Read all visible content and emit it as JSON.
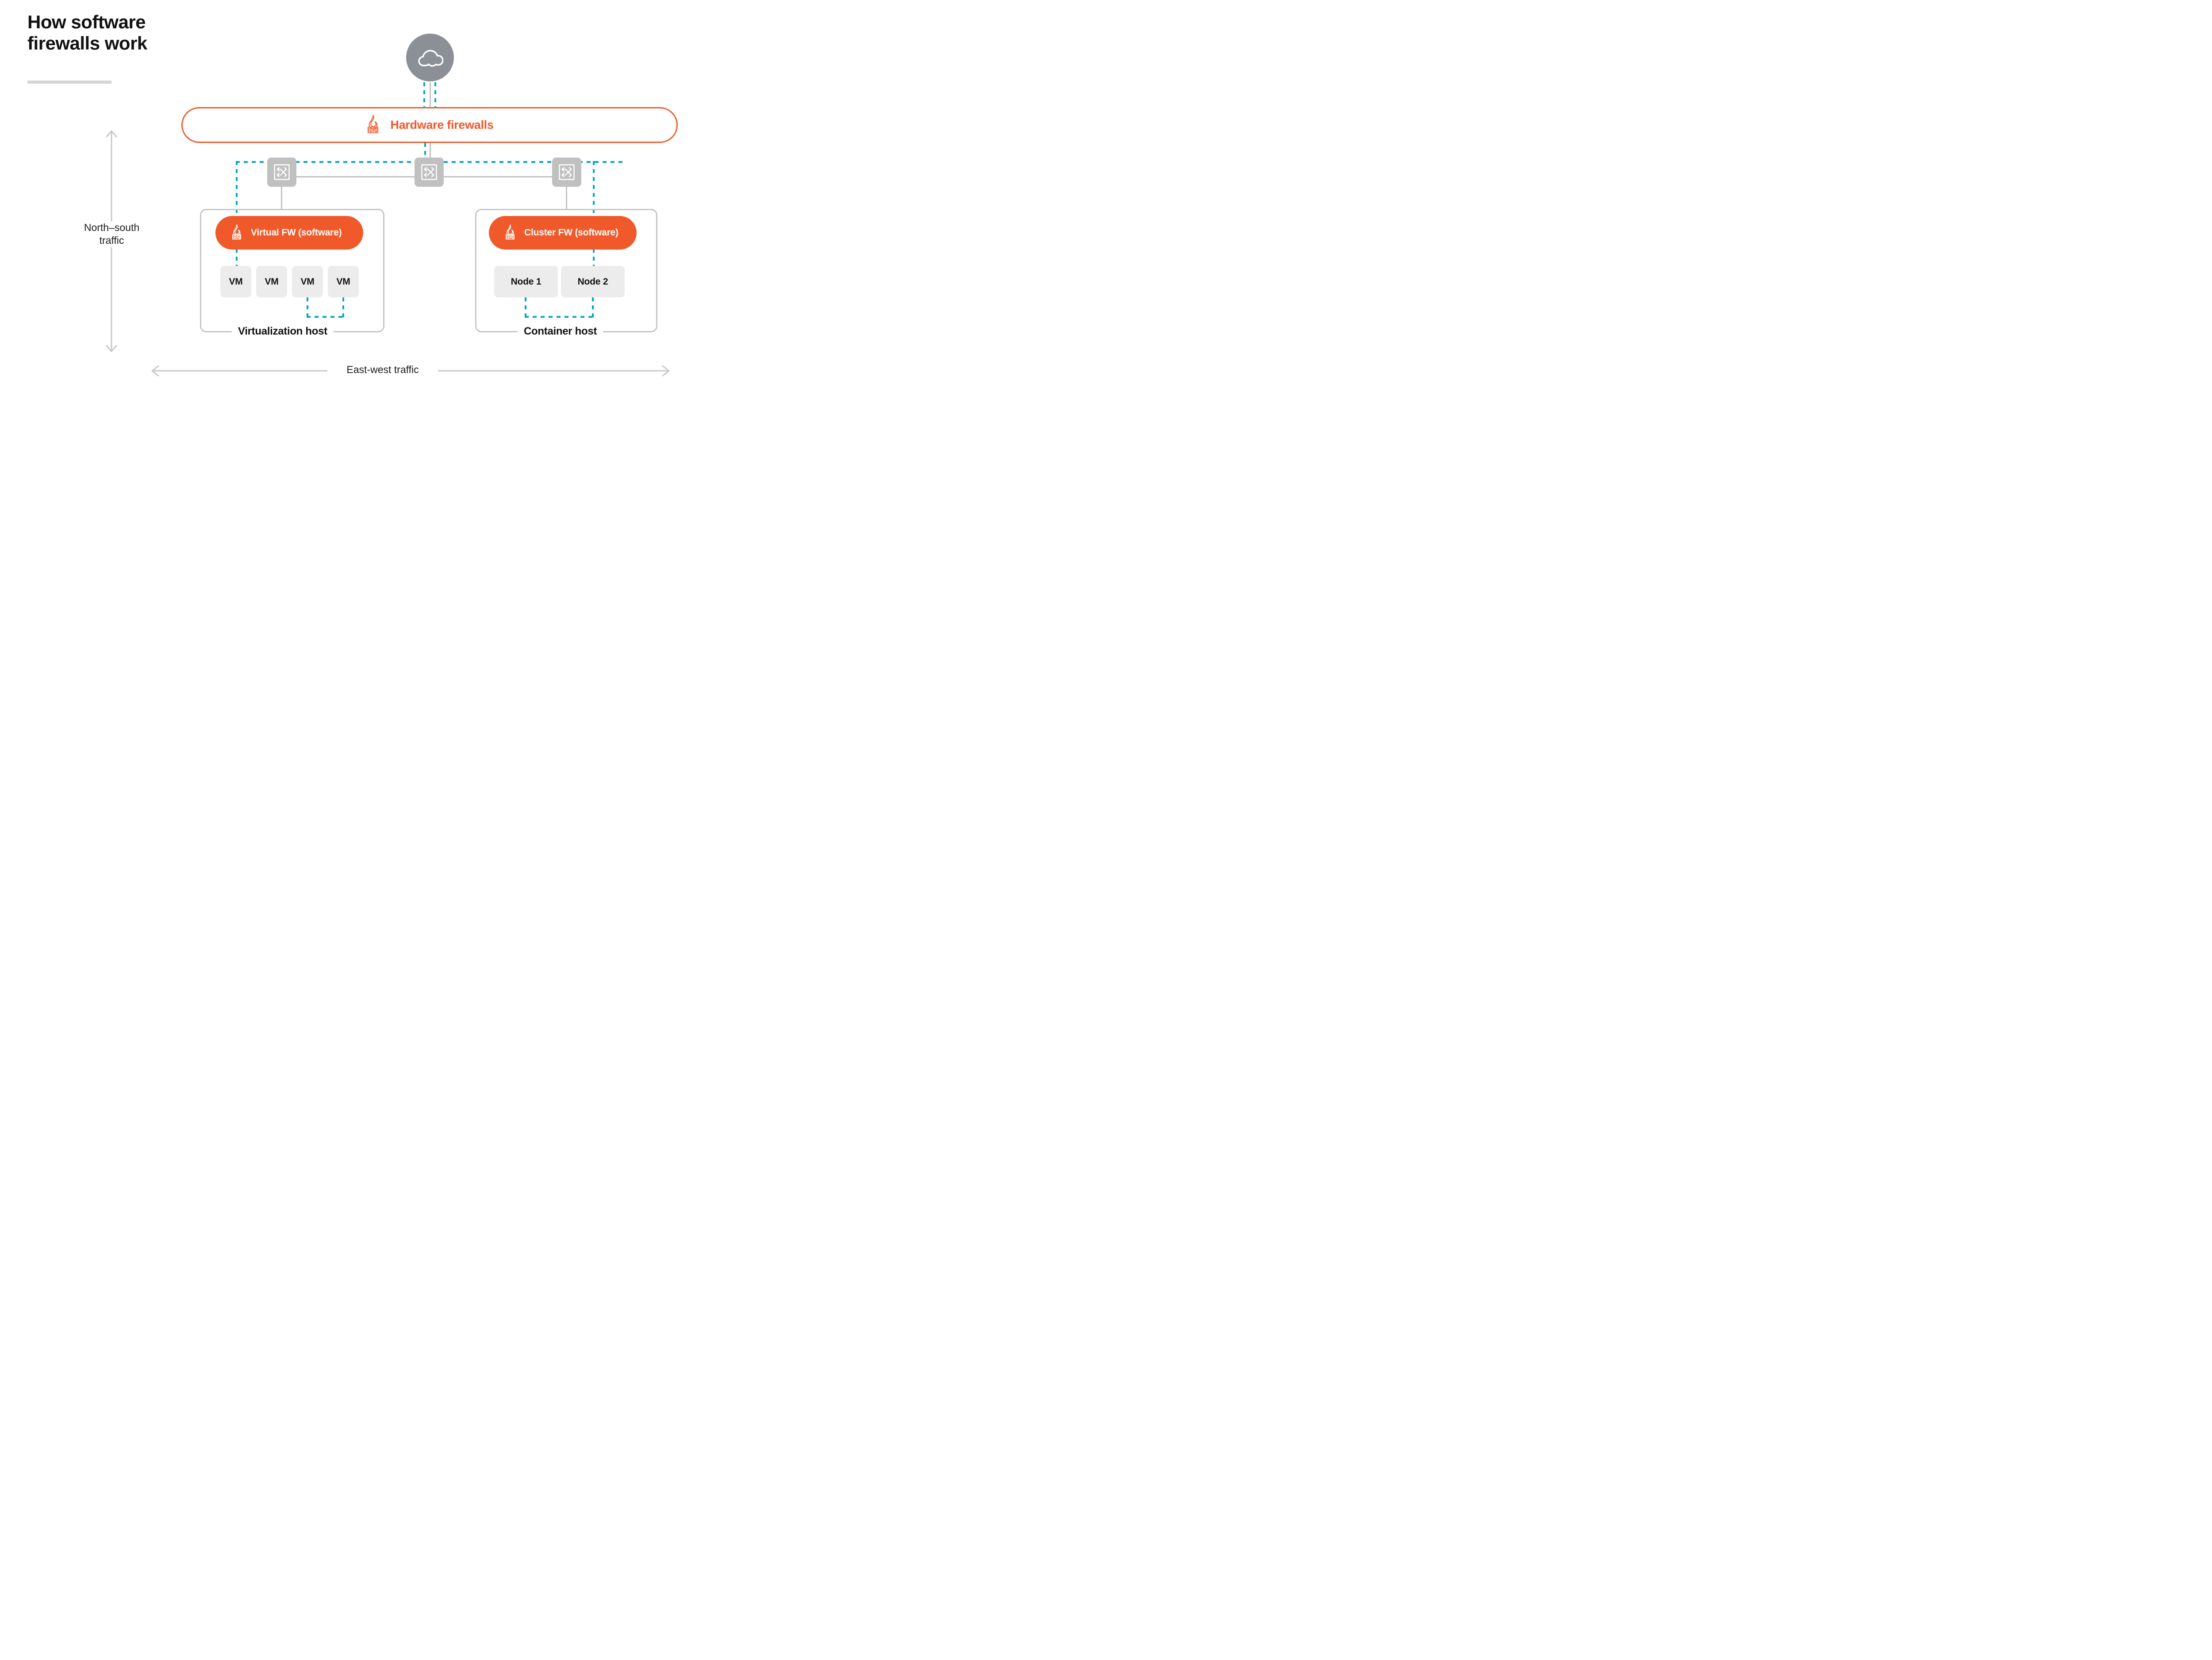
{
  "title": {
    "text": "How software\nfirewalls work",
    "rule_color": "#d7d5d3"
  },
  "colors": {
    "orange": "#f05a2b",
    "orange_stroke": "#ef5b2b",
    "teal_dashed": "#00a7c0",
    "gray_line": "#c2c2c2",
    "cloud_gray": "#8b9096",
    "switch_gray": "#c0c0c0",
    "chip_gray": "#ececec",
    "host_border": "#c6c6c6"
  },
  "cloud": {
    "icon": "cloud-icon",
    "label": ""
  },
  "hardware_firewall": {
    "icon": "firewall-flame-brick-icon",
    "label": "Hardware firewalls"
  },
  "switches": [
    {
      "icon": "network-switch-icon",
      "name": "switch-left"
    },
    {
      "icon": "network-switch-icon",
      "name": "switch-center"
    },
    {
      "icon": "network-switch-icon",
      "name": "switch-right"
    }
  ],
  "hosts": [
    {
      "id": "virtualization-host",
      "label": "Virtualization host",
      "firewall": {
        "icon": "firewall-flame-brick-icon",
        "label": "Virtual FW (software)"
      },
      "workloads": [
        "VM",
        "VM",
        "VM",
        "VM"
      ]
    },
    {
      "id": "container-host",
      "label": "Container host",
      "firewall": {
        "icon": "firewall-flame-brick-icon",
        "label": "Cluster FW (software)"
      },
      "workloads": [
        "Node 1",
        "Node 2"
      ]
    }
  ],
  "axes": {
    "vertical": {
      "label": "North–south\ntraffic",
      "name": "north-south-traffic-axis"
    },
    "horizontal": {
      "label": "East-west traffic",
      "name": "east-west-traffic-axis"
    }
  }
}
